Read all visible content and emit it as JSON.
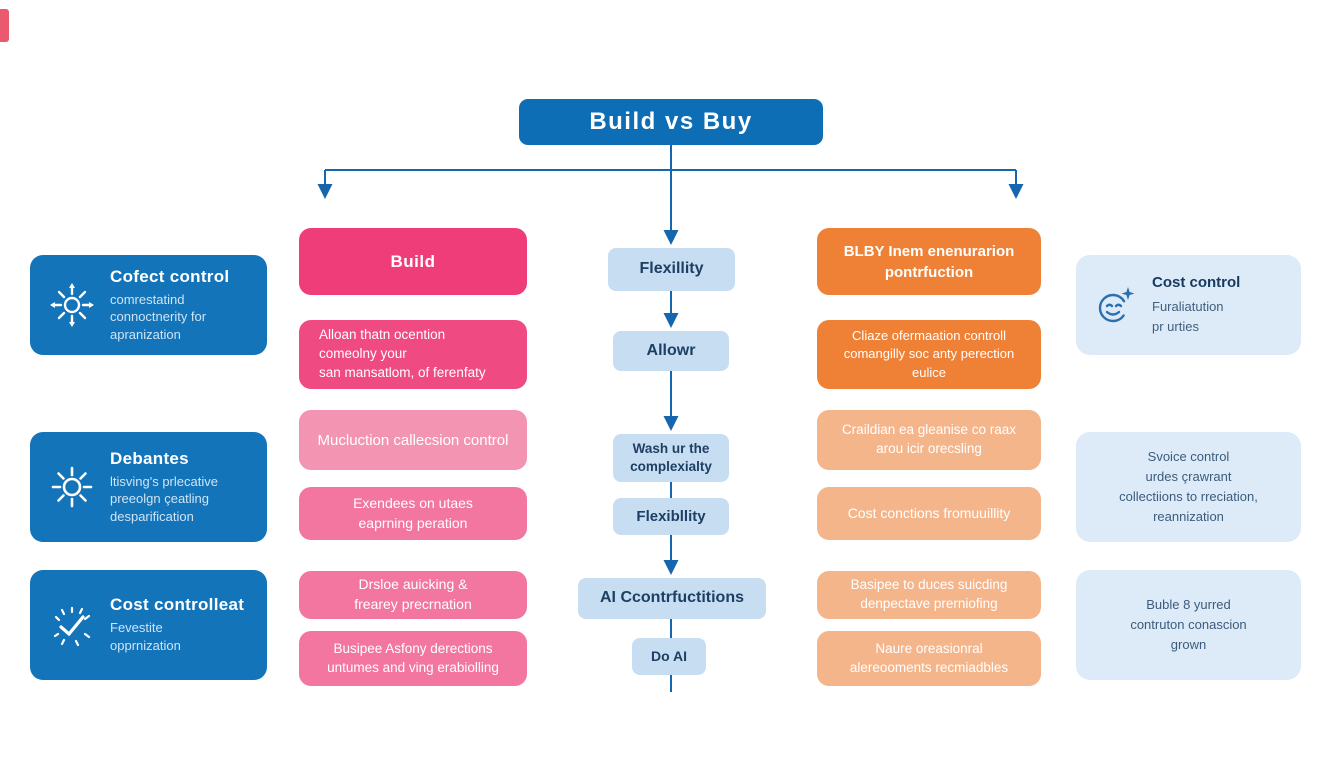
{
  "palette": {
    "primary_blue": "#0d6eb6",
    "connector_blue": "#1566ad",
    "light_blue_box": "#c7ddf2",
    "pale_blue_box": "#ddeaf8",
    "pink_dark": "#ee3d78",
    "pink_medium": "#f2769f",
    "pink_light": "#f494b3",
    "orange_dark": "#ef8137",
    "orange_light": "#f5b58b",
    "navy_text": "#1d3f63",
    "red_accent": "#e63c55"
  },
  "title": {
    "label": "Build vs Buy"
  },
  "left_column": {
    "items": [
      {
        "icon": "spark-arrows-icon",
        "title": "Cofect control",
        "body": "comrestatind\nconnoctnerity for\napranization"
      },
      {
        "icon": "sun-icon",
        "title": "Debantes",
        "body": "ltisving's prlecative\npreeolgn çeatling\ndesparification"
      },
      {
        "icon": "check-sparkle-icon",
        "title": "Cost controlleat",
        "body": "Fevestite\nopprnization"
      }
    ]
  },
  "build_column": {
    "header": "Build",
    "items": [
      "Alloan thatn ocention\ncomeolny your\nsan mansatlom, of ferenfaty",
      "Mucluction callecsion control",
      "Exendees on utaes\neaprning peration",
      "Drsloe auicking &\nfrearey precrnation",
      "Busipee Asfony derections\nuntumes and ving erabiolling"
    ]
  },
  "center_column": {
    "items": [
      "Flexillity",
      "Allowr",
      "Wash ur the\ncomplexialty",
      "Flexibllity",
      "AI Ccontrfuctitions",
      "Do AI"
    ]
  },
  "buy_column": {
    "header": "BLBY Inem enenurarion\npontrfuction",
    "items": [
      "Cliaze ofermaation controll\ncomangilly soc anty perection\neulice",
      "Craildian ea gleanise co raax\narou icir orecsling",
      "Cost conctions fromuuillity",
      "Basipee to duces suicding\ndenpectave prerniofing",
      "Naure oreasionral\nalereooments recmiadbles"
    ]
  },
  "right_column": {
    "items": [
      {
        "icon": "smiley-star-icon",
        "title": "Cost control",
        "body": "Furaliatution\npr urties"
      },
      {
        "body": "Svoice control\nurdes çrawrant\ncollectiions to rreciation,\nreannization"
      },
      {
        "body": "Buble 8 yurred\ncontruton conascion\ngrown"
      }
    ]
  }
}
